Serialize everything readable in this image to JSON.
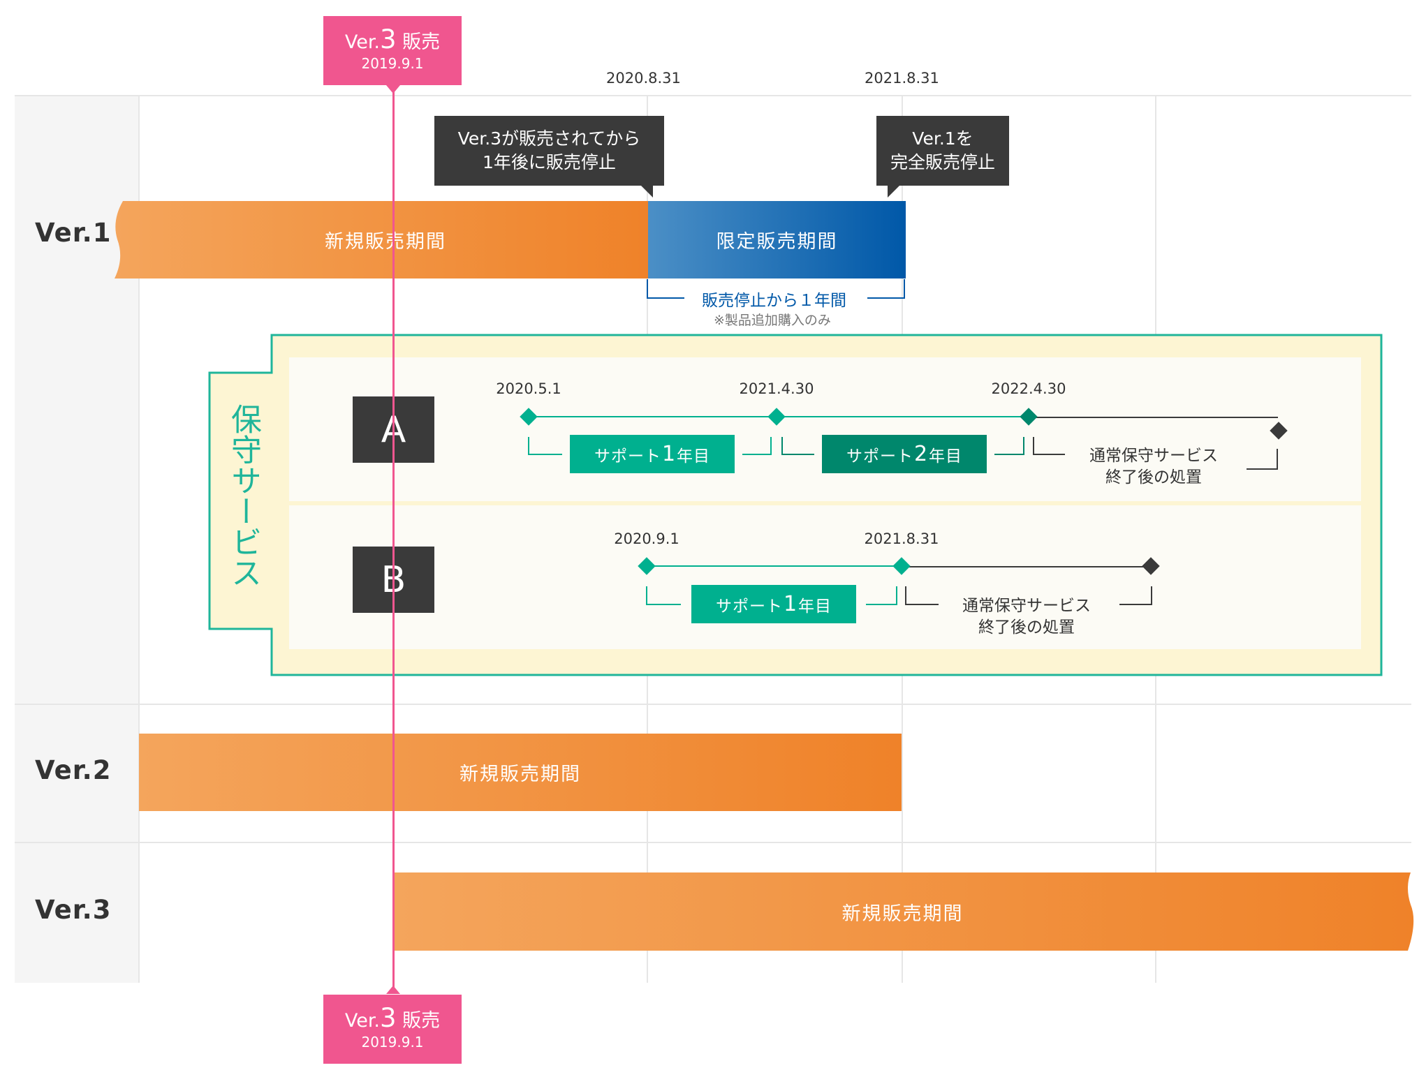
{
  "versions": [
    {
      "label": "Ver.1",
      "sales_period": "新規販売期間",
      "limited_period": "限定販売期間"
    },
    {
      "label": "Ver.2",
      "sales_period": "新規販売期間"
    },
    {
      "label": "Ver.3",
      "sales_period": "新規販売期間"
    }
  ],
  "marker": {
    "title_prefix": "Ver.",
    "title_num": "3",
    "title_suffix": " 販売",
    "date": "2019.9.1"
  },
  "header_dates": [
    "2020.8.31",
    "2021.8.31"
  ],
  "callouts": {
    "stop_sales": [
      "Ver.3が販売されてから",
      "1年後に販売停止"
    ],
    "full_stop": [
      "Ver.1を",
      "完全販売停止"
    ]
  },
  "limited_note": {
    "label": "販売停止から１年間",
    "sub": "※製品追加購入のみ"
  },
  "maintenance": {
    "title": "保守サービス",
    "plan_a": {
      "badge": "A",
      "dates": [
        "2020.5.1",
        "2021.4.30",
        "2022.4.30"
      ],
      "support": [
        {
          "prefix": "サポート",
          "num": "1",
          "suffix": "年目"
        },
        {
          "prefix": "サポート",
          "num": "2",
          "suffix": "年目"
        }
      ],
      "end_text": [
        "通常保守サービス",
        "終了後の処置"
      ]
    },
    "plan_b": {
      "badge": "B",
      "dates": [
        "2020.9.1",
        "2021.8.31"
      ],
      "support": [
        {
          "prefix": "サポート",
          "num": "1",
          "suffix": "年目"
        }
      ],
      "end_text": [
        "通常保守サービス",
        "終了後の処置"
      ]
    }
  },
  "colors": {
    "orange_start": "#f4a55c",
    "orange_end": "#ef8229",
    "blue_start": "#4b8fc6",
    "blue_end": "#0058a8",
    "pink": "#f0568f",
    "teal": "#00b08f",
    "dark_teal": "#00876c",
    "dark": "#3a3a3a",
    "panel_border": "#1fb59a",
    "panel_fill": "#fdf5d3"
  }
}
